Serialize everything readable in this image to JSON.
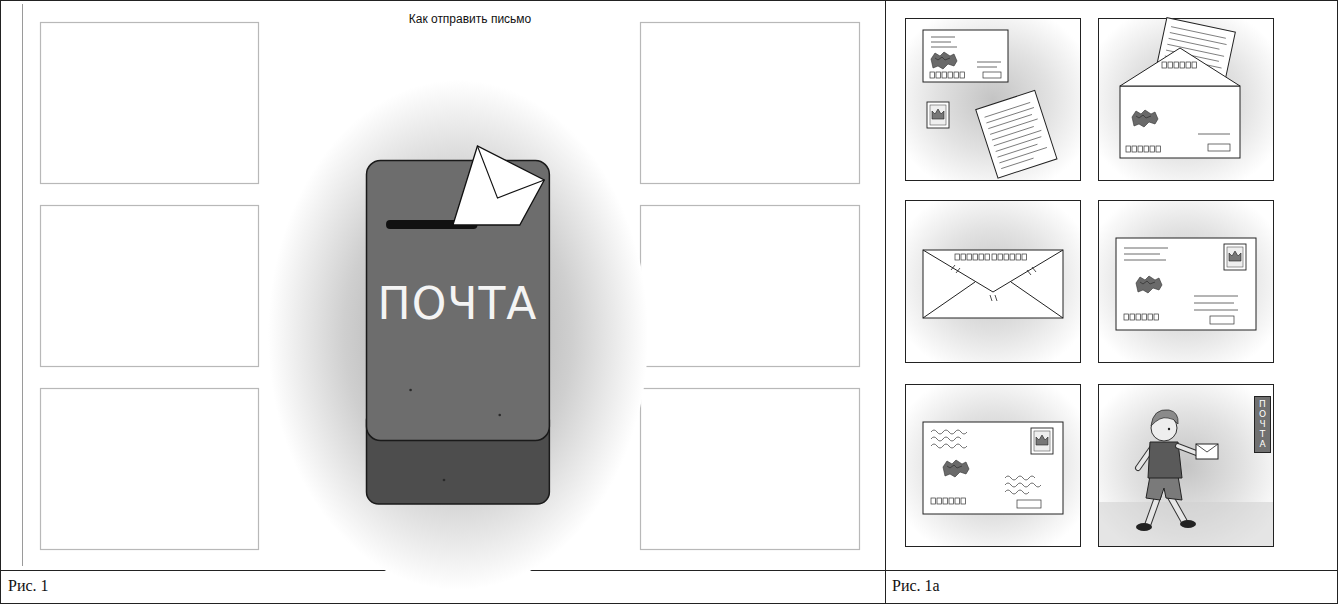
{
  "diagram": {
    "title": "Как отправить письмо",
    "nodes": [
      {
        "text": [
          "ПОЧТА"
        ]
      },
      {
        "text": [
          "ПОЧТА"
        ]
      }
    ],
    "labels": [
      "Рис. 1",
      "Рис. 1а"
    ]
  }
}
